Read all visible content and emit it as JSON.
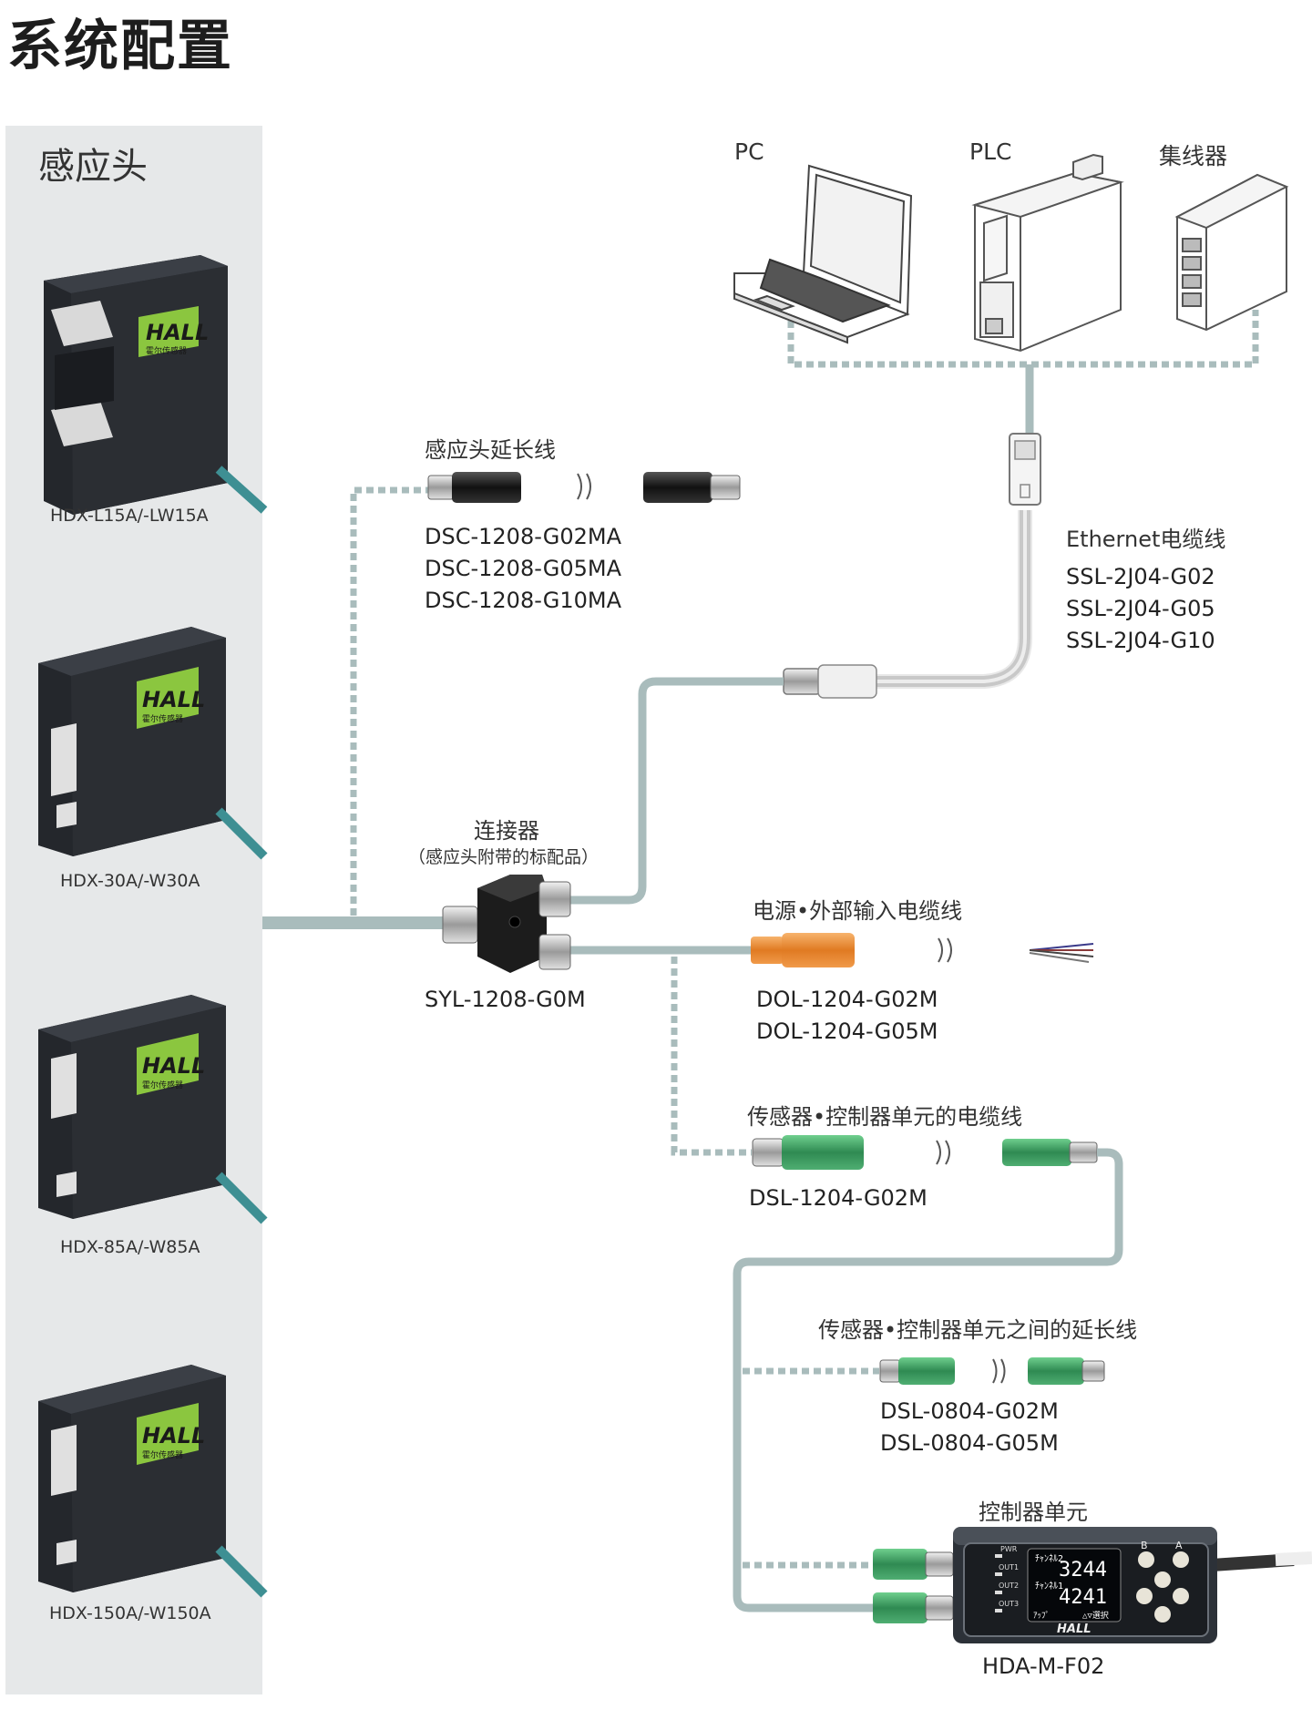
{
  "page_title": "系统配置",
  "sensor_panel": {
    "title": "感应头",
    "sensors": [
      {
        "model": "HDX-L15A/-LW15A",
        "logo": "HALL",
        "logo_sub": "霍尔传感器"
      },
      {
        "model": "HDX-30A/-W30A",
        "logo": "HALL",
        "logo_sub": "霍尔传感器"
      },
      {
        "model": "HDX-85A/-W85A",
        "logo": "HALL",
        "logo_sub": "霍尔传感器"
      },
      {
        "model": "HDX-150A/-W150A",
        "logo": "HALL",
        "logo_sub": "霍尔传感器"
      }
    ]
  },
  "devices": {
    "pc": "PC",
    "plc": "PLC",
    "hub": "集线器"
  },
  "extension_cable": {
    "label": "感应头延长线",
    "parts": [
      "DSC-1208-G02MA",
      "DSC-1208-G05MA",
      "DSC-1208-G10MA"
    ]
  },
  "ethernet_cable": {
    "label": "Ethernet电缆线",
    "parts": [
      "SSL-2J04-G02",
      "SSL-2J04-G05",
      "SSL-2J04-G10"
    ]
  },
  "connector": {
    "label": "连接器",
    "note": "（感应头附带的标配品）",
    "part": "SYL-1208-G0M"
  },
  "power_cable": {
    "label": "电源•外部输入电缆线",
    "parts": [
      "DOL-1204-G02M",
      "DOL-1204-G05M"
    ]
  },
  "sensor_controller_cable": {
    "label": "传感器•控制器单元的电缆线",
    "part": "DSL-1204-G02M"
  },
  "inter_extension_cable": {
    "label": "传感器•控制器单元之间的延长线",
    "parts": [
      "DSL-0804-G02M",
      "DSL-0804-G05M"
    ]
  },
  "controller": {
    "label": "控制器单元",
    "part": "HDA-M-F02",
    "logo": "HALL",
    "indicators": [
      "PWR",
      "OUT1",
      "OUT2",
      "OUT3"
    ],
    "buttons": [
      "B",
      "A"
    ],
    "screen": {
      "line1_label": "ﾁｬﾝﾈﾙ2",
      "line1_value": "3244",
      "line2_label": "ﾁｬﾝﾈﾙ1",
      "line2_value": "4241",
      "footer_left": "ｱｯﾌﾟ",
      "footer_right": "△▽選択"
    }
  },
  "colors": {
    "cable_gray": "#a9bcbc",
    "dotted": "#a9bcbc",
    "orange_cable": "#ea8a3a",
    "green_connector": "#3f9b62",
    "teal_cable": "#3e8f93",
    "logo_green": "#8bc63f",
    "sensor_body": "#2b2e33",
    "panel_bg": "#e6e8e9"
  }
}
